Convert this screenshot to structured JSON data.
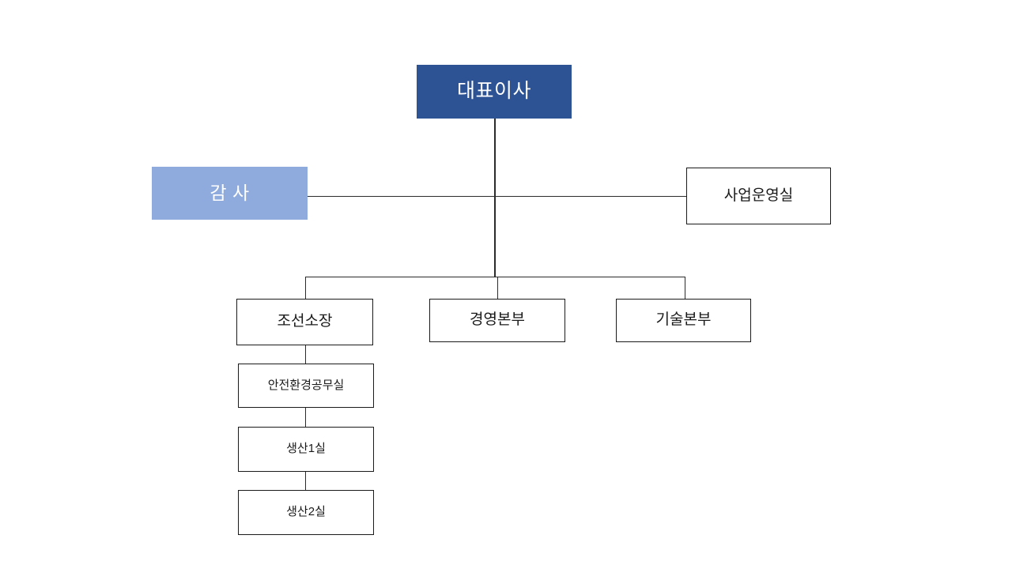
{
  "diagram": {
    "type": "organization-chart",
    "title": "",
    "background_color": "#ffffff",
    "colors": {
      "executive_fill": "#2e5395",
      "executive_text": "#ffffff",
      "audit_fill": "#8faadc",
      "audit_text": "#ffffff",
      "plain_fill": "#ffffff",
      "plain_border": "#1a1a1a",
      "plain_text": "#1a1a1a",
      "connector": "#2b2b2b"
    },
    "nodes": {
      "ceo": {
        "label": "대표이사",
        "style": "executive"
      },
      "audit": {
        "label": "감 사",
        "style": "audit"
      },
      "business_ops": {
        "label": "사업운영실",
        "style": "plain"
      },
      "shipyard_head": {
        "label": "조선소장",
        "style": "plain"
      },
      "management_div": {
        "label": "경영본부",
        "style": "plain"
      },
      "technology_div": {
        "label": "기술본부",
        "style": "plain"
      },
      "safety_env": {
        "label": "안전환경공무실",
        "style": "plain-small"
      },
      "production_1": {
        "label": "생산1실",
        "style": "plain-small"
      },
      "production_2": {
        "label": "생산2실",
        "style": "plain-small"
      }
    },
    "edges": [
      {
        "from": "ceo",
        "to": "audit"
      },
      {
        "from": "ceo",
        "to": "business_ops"
      },
      {
        "from": "ceo",
        "to": "shipyard_head"
      },
      {
        "from": "ceo",
        "to": "management_div"
      },
      {
        "from": "ceo",
        "to": "technology_div"
      },
      {
        "from": "shipyard_head",
        "to": "safety_env"
      },
      {
        "from": "safety_env",
        "to": "production_1"
      },
      {
        "from": "production_1",
        "to": "production_2"
      }
    ]
  }
}
